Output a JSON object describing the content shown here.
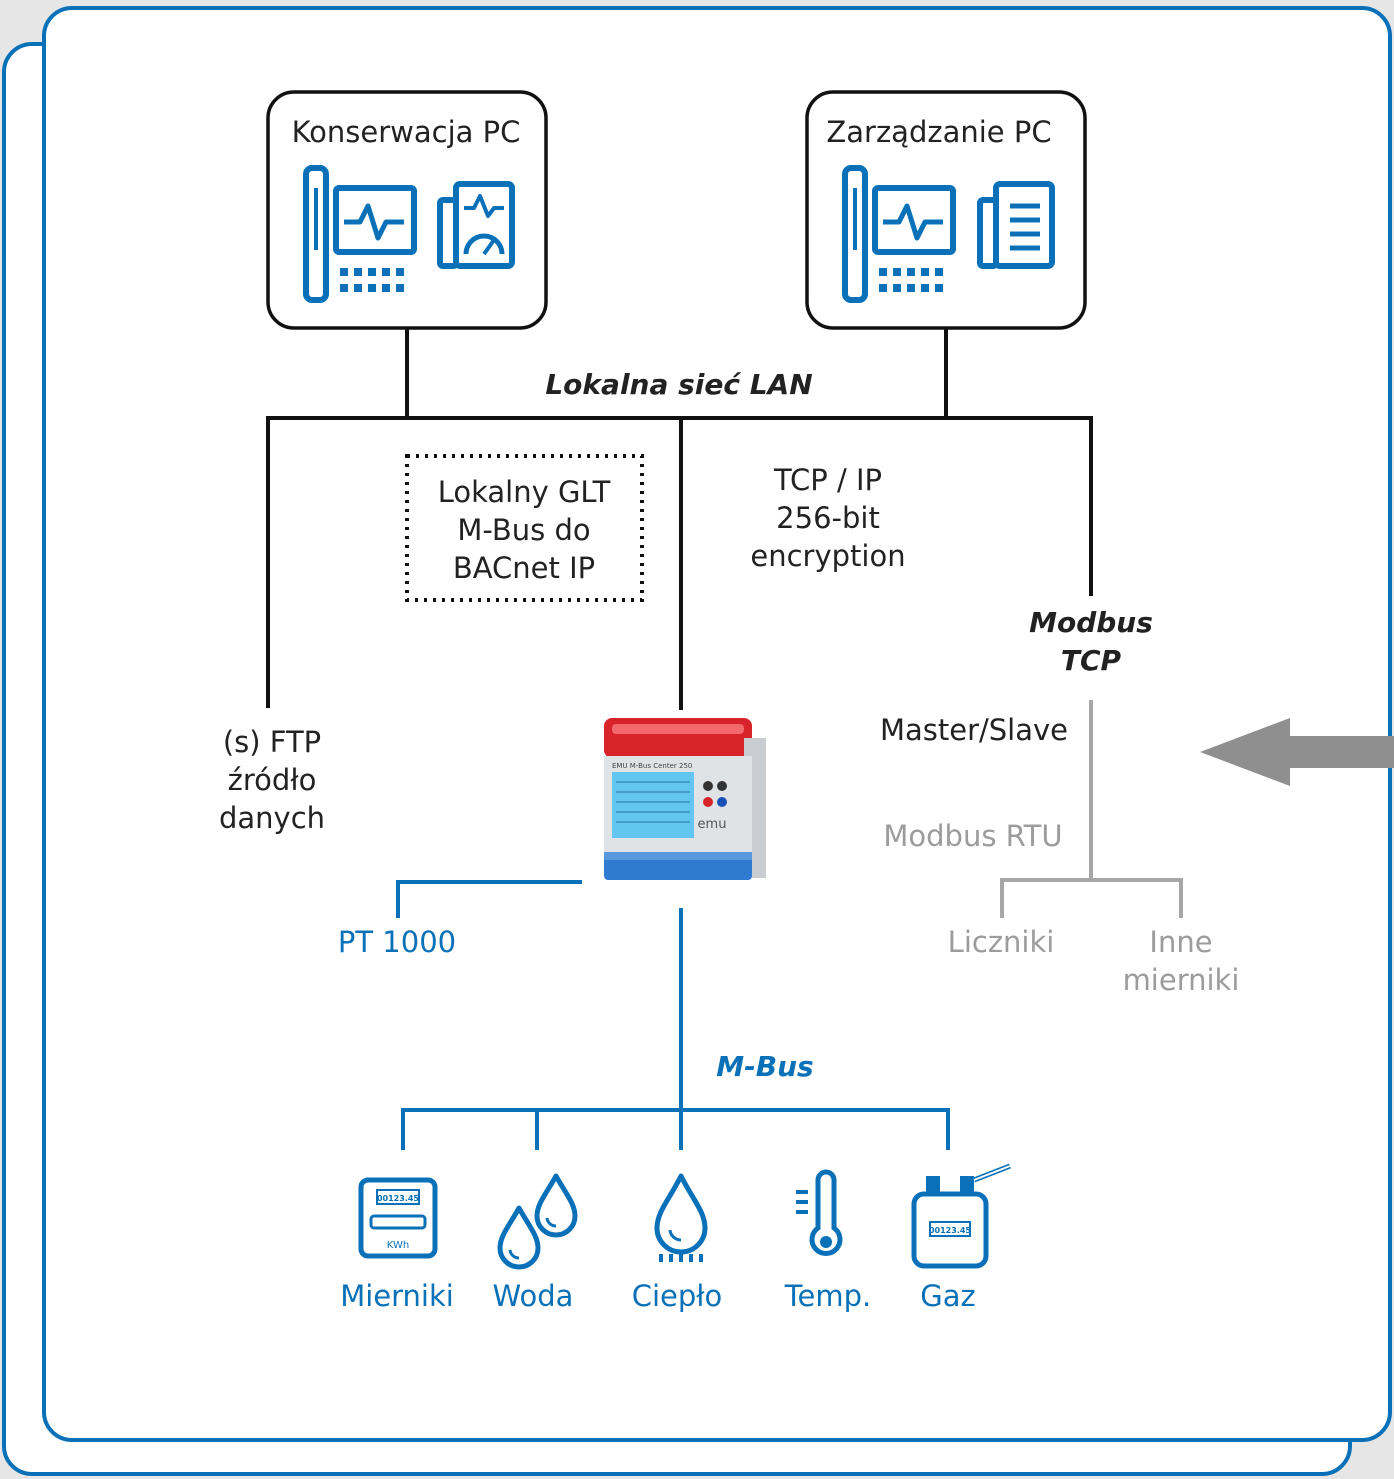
{
  "pcs": {
    "maintenance": {
      "label": "Konserwacja PC",
      "icon": "maintenance-pc-icon"
    },
    "management": {
      "label": "Zarządzanie PC",
      "icon": "management-pc-icon"
    }
  },
  "network": {
    "lan_label": "Lokalna sieć LAN",
    "glt_lines": [
      "Lokalny GLT",
      "M-Bus do",
      "BACnet IP"
    ],
    "tcp_lines": [
      "TCP / IP",
      "256-bit",
      "encryption"
    ],
    "ftp_lines": [
      "(s) FTP",
      "źródło",
      "danych"
    ],
    "modbus_tcp_lines": [
      "Modbus",
      "TCP"
    ],
    "master_slave": "Master/Slave",
    "modbus_rtu": "Modbus RTU"
  },
  "device": {
    "brand": "emu",
    "model_label": "EMU M-Bus Center 250"
  },
  "pt_label": "PT 1000",
  "mbus_label": "M-Bus",
  "modbus_devices": {
    "counters": "Liczniki",
    "others_lines": [
      "Inne",
      "mierniki"
    ]
  },
  "meters": [
    {
      "label": "Mierniki",
      "icon": "electricity-meter-icon",
      "display": "00123.45",
      "unit": "KWh"
    },
    {
      "label": "Woda",
      "icon": "water-drops-icon"
    },
    {
      "label": "Ciepło",
      "icon": "heat-drop-icon"
    },
    {
      "label": "Temp.",
      "icon": "thermometer-icon"
    },
    {
      "label": "Gaz",
      "icon": "gas-meter-icon",
      "display": "00123.45"
    }
  ],
  "colors": {
    "blue": "#0a71b8",
    "dark": "#222222",
    "gray": "#9c9c9c",
    "border": "#0a71b8"
  }
}
